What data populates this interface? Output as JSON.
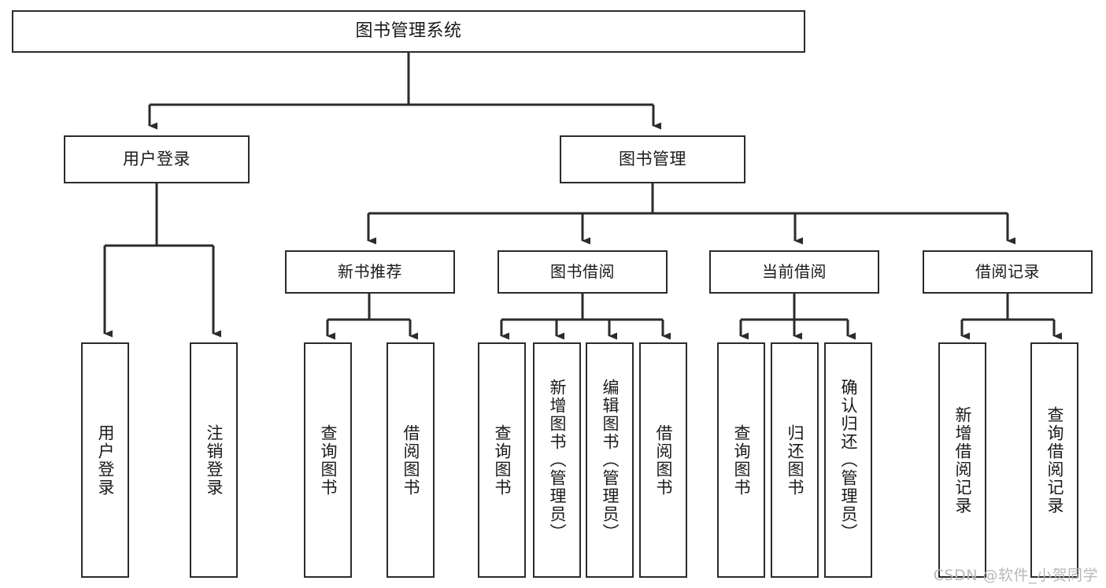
{
  "diagram": {
    "type": "tree-hierarchy",
    "title": "图书管理系统",
    "watermark": "CSDN @软件_小贺同学",
    "style": {
      "background": "#ffffff",
      "box_border": "#2b2b2b",
      "box_fill": "#ffffff",
      "connector": "#2b2b2b",
      "text": "#1a1a1a"
    },
    "root": {
      "id": "root",
      "label": "图书管理系统"
    },
    "level1": [
      {
        "id": "user-login",
        "label": "用户登录"
      },
      {
        "id": "book-management",
        "label": "图书管理"
      }
    ],
    "level2": [
      {
        "id": "new-book-recommend",
        "label": "新书推荐",
        "parent": "book-management"
      },
      {
        "id": "book-borrow",
        "label": "图书借阅",
        "parent": "book-management"
      },
      {
        "id": "current-borrow",
        "label": "当前借阅",
        "parent": "book-management"
      },
      {
        "id": "borrow-record",
        "label": "借阅记录",
        "parent": "book-management"
      }
    ],
    "leaves": [
      {
        "id": "leaf-user-login",
        "label": "用户登录",
        "parent": "user-login"
      },
      {
        "id": "leaf-logout-login",
        "label": "注销登录",
        "parent": "user-login"
      },
      {
        "id": "leaf-query-book-1",
        "label": "查询图书",
        "parent": "new-book-recommend"
      },
      {
        "id": "leaf-borrow-book-1",
        "label": "借阅图书",
        "parent": "new-book-recommend"
      },
      {
        "id": "leaf-query-book-2",
        "label": "查询图书",
        "parent": "book-borrow"
      },
      {
        "id": "leaf-add-book",
        "label": "新增图书（管理员）",
        "parent": "book-borrow"
      },
      {
        "id": "leaf-edit-book",
        "label": "编辑图书（管理员）",
        "parent": "book-borrow"
      },
      {
        "id": "leaf-borrow-book-2",
        "label": "借阅图书",
        "parent": "book-borrow"
      },
      {
        "id": "leaf-query-book-3",
        "label": "查询图书",
        "parent": "current-borrow"
      },
      {
        "id": "leaf-return-book",
        "label": "归还图书",
        "parent": "current-borrow"
      },
      {
        "id": "leaf-confirm-return",
        "label": "确认归还（管理员）",
        "parent": "current-borrow"
      },
      {
        "id": "leaf-add-record",
        "label": "新增借阅记录",
        "parent": "borrow-record"
      },
      {
        "id": "leaf-query-record",
        "label": "查询借阅记录",
        "parent": "borrow-record"
      }
    ]
  }
}
